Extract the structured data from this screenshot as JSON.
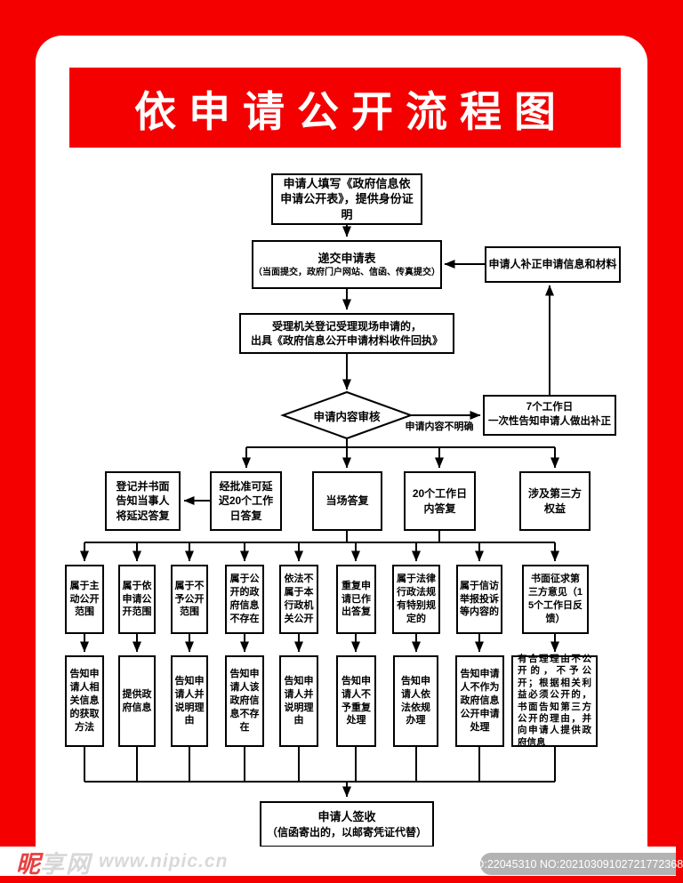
{
  "title": "依申请公开流程图",
  "colors": {
    "background_red": "#f40000",
    "title_bar_red": "#f40000",
    "box_border": "#000000",
    "box_fill": "#ffffff",
    "id_badge_gray": "#b3b3b3"
  },
  "flow": {
    "fill_form": "申请人填写《政府信息依申请公开表》，提供身份证明",
    "submit_title": "递交申请表",
    "submit_sub": "（当面提交，政府门户网站、信函、传真提交）",
    "correct": "申请人补正申请信息和材料",
    "accept": "受理机关登记受理现场申请的，\n出具《政府信息公开申请材料收件回执》",
    "review": "申请内容审核",
    "unclear_label": "申请内容不明确",
    "notify": "7个工作日\n一次性告知申请人做出补正",
    "tier1": [
      "登记并书面告知当事人将延迟答复",
      "经批准可延迟20个工作日答复",
      "当场答复",
      "20个工作日内答复",
      "涉及第三方权益"
    ],
    "tier2": [
      "属于主动公开范围",
      "属于依申请公开范围",
      "属于不予公开范围",
      "属于公开的政府信息不存在",
      "依法不属于本行政机关公开",
      "重复申请已作出答复",
      "属于法律行政法规有特别规定的",
      "属于信访举报投诉等内容的",
      "书面征求第三方意见（15个工作日反馈）"
    ],
    "tier3": [
      "告知申请人相关信息的获取方法",
      "提供政府信息",
      "告知申请人并说明理由",
      "告知申请人该政府信息不存在",
      "告知申请人并说明理由",
      "告知申请人不予重复处理",
      "告知申请人依法依规办理",
      "告知申请人不作为政府信息公开申请处理",
      "有合理理由不公开的，不予公开；根据相关利益必须公开的，书面告知第三方公开的理由，并向申请人提供政府信息"
    ],
    "sign_title": "申请人签收",
    "sign_sub": "（信函寄出的，以邮寄凭证代替）"
  },
  "watermark": {
    "site_first": "昵",
    "site_rest": "享网",
    "url": "www.nipic.cn",
    "id_number": "ID:22045310 NO:20210309102721772368"
  }
}
